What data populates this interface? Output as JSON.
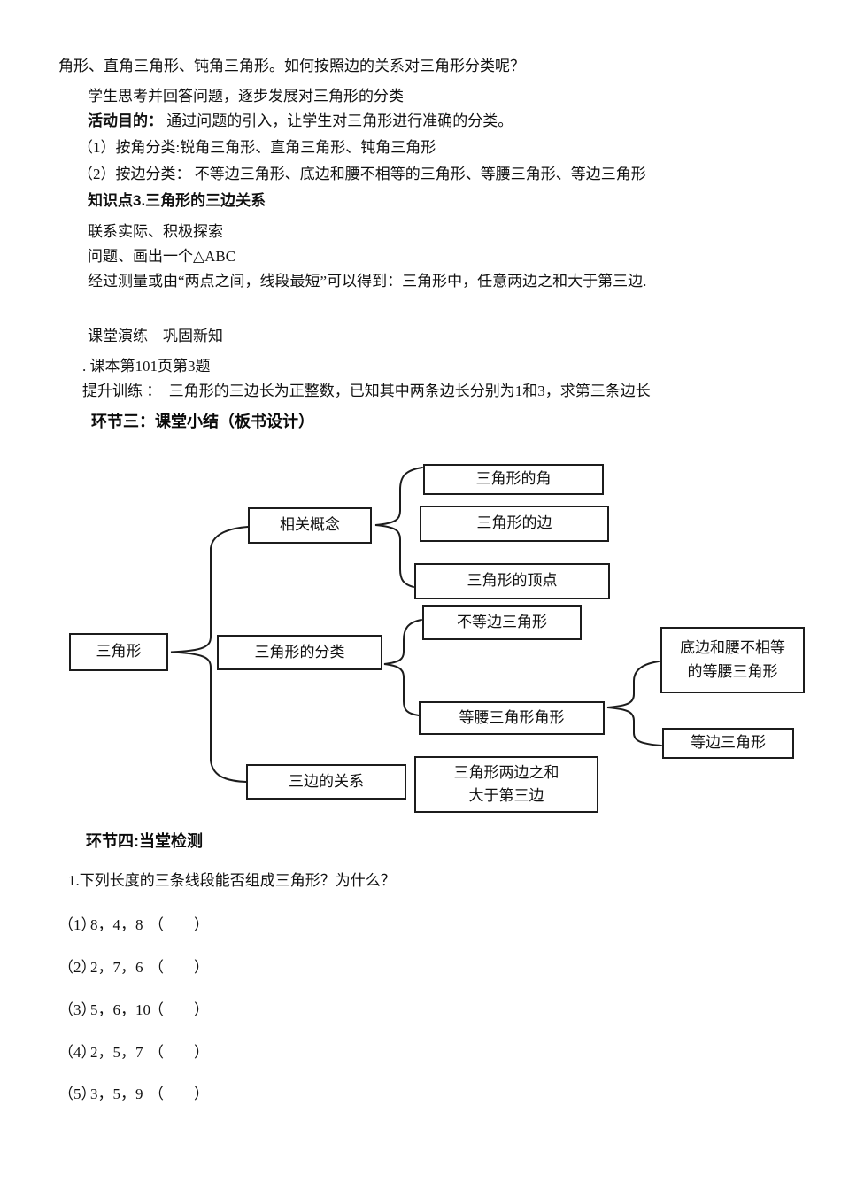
{
  "colors": {
    "background": "#ffffff",
    "text": "#111111",
    "box_border": "#1c1c1c"
  },
  "doc": {
    "continuation": "角形、直角三角形、钝角三角形。如何按照边的关系对三角形分类呢？",
    "student_think": "学生思考并回答问题，逐步发展对三角形的分类",
    "activity_goal_label": "活动目的：",
    "activity_goal_text": " 通过问题的引入，让学生对三角形进行准确的分类。",
    "by_angle": "（1）按角分类:锐角三角形、直角三角形、钝角三角形",
    "by_side": "（2）按边分类： 不等边三角形、底边和腰不相等的三角形、等腰三角形、等边三角形",
    "knowledge_point": "知识点3.三角形的三边关系",
    "practice_link": "联系实际、积极探索",
    "problem_draw": "问题、画出一个△ABC",
    "measure_conclusion": "经过测量或由“两点之间，线段最短”可以得到：三角形中，任意两边之和大于第三边.",
    "classroom_drill": "课堂演练　巩固新知",
    "textbook_ref": ". 课本第101页第3题",
    "advanced_training": "提升训练 ：  三角形的三边长为正整数，已知其中两条边长分别为1和3，求第三条边长",
    "section3_heading": "环节三：课堂小结（板书设计）"
  },
  "diagram": {
    "nodes": {
      "root": "三角形",
      "concepts": "相关概念",
      "classification": "三角形的分类",
      "sides_relation": "三边的关系",
      "angles": "三角形的角",
      "edges": "三角形的边",
      "vertices": "三角形的顶点",
      "scalene": "不等边三角形",
      "isosceles": "等腰三角形角形",
      "isosceles_unequal": "底边和腰不相等\n的等腰三角形",
      "equilateral": "等边三角形",
      "theorem": "三角形两边之和\n大于第三边"
    }
  },
  "quiz": {
    "section4_heading": "环节四:当堂检测",
    "question": "1.下列长度的三条线段能否组成三角形？为什么？",
    "items": [
      {
        "label": "（1）",
        "numbers": "8，4，8",
        "answer": "（　　）"
      },
      {
        "label": "（2）",
        "numbers": "2，7，6",
        "answer": "（　　）"
      },
      {
        "label": "（3）",
        "numbers": "5，6，10",
        "answer": "（　　）"
      },
      {
        "label": "（4）",
        "numbers": "2，5，7",
        "answer": "（　　）"
      },
      {
        "label": "（5）",
        "numbers": "3，5，9",
        "answer": "（　　）"
      }
    ]
  }
}
